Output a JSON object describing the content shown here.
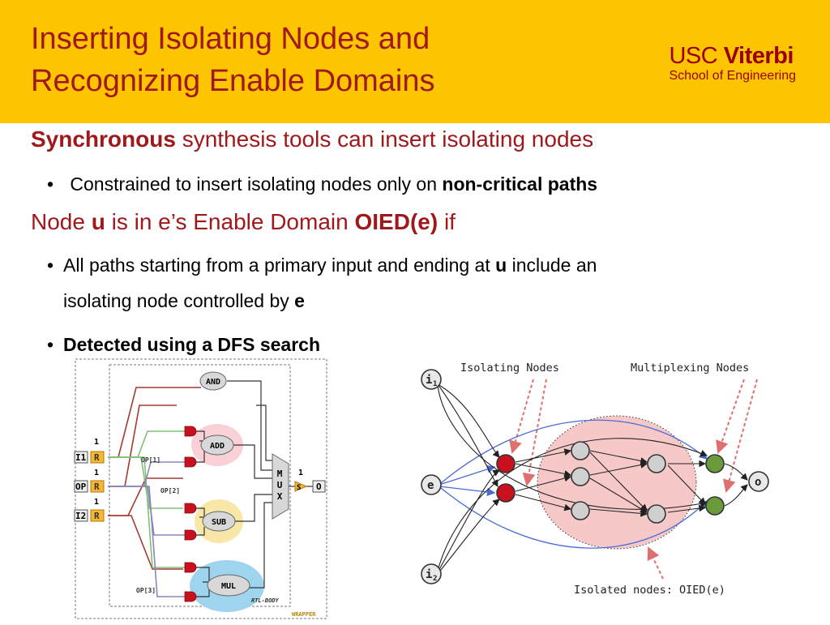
{
  "header": {
    "title_line1": "Inserting Isolating Nodes and",
    "title_line2": "Recognizing Enable Domains",
    "logo_usc": "USC",
    "logo_viterbi": "Viterbi",
    "logo_school": "School of Engineering"
  },
  "content": {
    "h1": {
      "bold": "Synchronous",
      "rest": " synthesis tools can insert isolating nodes"
    },
    "b1": {
      "bullet": "•",
      "text": " Constrained to insert isolating nodes only on ",
      "bold": "non-critical paths"
    },
    "h2": {
      "a": "Node ",
      "u": "u",
      "b": " is in e’s Enable Domain ",
      "oied": "OIED(e)",
      "c": " if"
    },
    "b2": {
      "bullet": "•",
      "a": "All paths starting from a primary input and ending at ",
      "u": "u",
      "b": " include an",
      "line2a": "isolating node controlled by ",
      "e": "e"
    },
    "b3": {
      "bullet": "•",
      "bold": "Detected using a DFS search"
    }
  },
  "left_diagram": {
    "and": "AND",
    "add": "ADD",
    "sub": "SUB",
    "mul": "MUL",
    "mux_m": "M",
    "mux_u": "U",
    "mux_x": "X",
    "i1": "I1",
    "op": "OP",
    "i2": "I2",
    "r": "R",
    "s": "S",
    "o": "O",
    "one": "1",
    "op1": "OP[1]",
    "op2": "OP[2]",
    "op3": "OP[3]",
    "rtl": "RTL-BODY",
    "wrapper": "WRAPPER"
  },
  "right_diagram": {
    "label_isolating": "Isolating Nodes",
    "label_multiplexing": "Multiplexing Nodes",
    "label_isolated": "Isolated nodes: OIED(e)",
    "i1_main": "i",
    "i1_sub": "1",
    "e": "e",
    "i2_main": "i",
    "i2_sub": "2",
    "o": "o"
  },
  "colors": {
    "header_bg": "#fdc500",
    "title": "#a0181c",
    "isolating_node": "#c8101e",
    "multiplexing_node": "#6b9a3a",
    "isolated_region": "#f6c8c8",
    "blue_edge": "#4a6bd8"
  }
}
